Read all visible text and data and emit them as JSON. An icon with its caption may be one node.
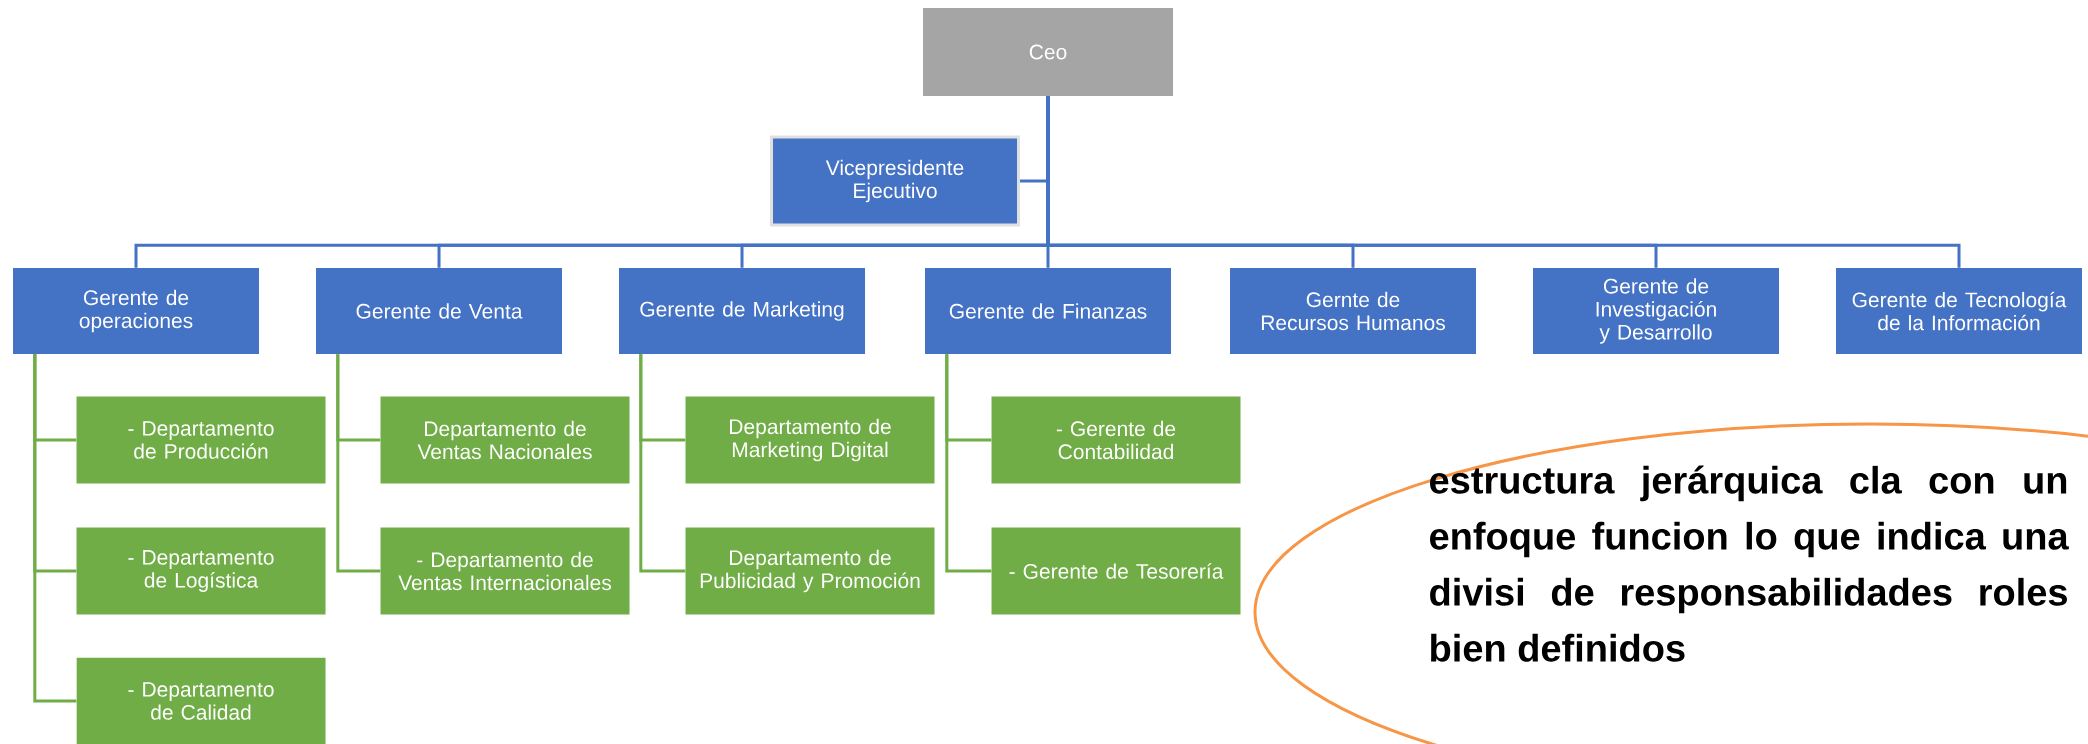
{
  "diagram": {
    "nodes": [
      {
        "text": [
          "Ceo"
        ]
      },
      {
        "text": [
          "Vicepresidente Ejecutivo"
        ]
      },
      {
        "text": [
          "Gerente de operaciones"
        ]
      },
      {
        "text": [
          "Gerente de Venta"
        ]
      },
      {
        "text": [
          "Gerente de Marketing"
        ]
      },
      {
        "text": [
          "Gerente de Finanzas"
        ]
      },
      {
        "text": [
          "Gernte de Recursos Humanos"
        ]
      },
      {
        "text": [
          "Gerente de Investigación y Desarrollo"
        ]
      },
      {
        "text": [
          "Gerente de Tecnología de la Información"
        ]
      },
      {
        "text": [
          "- Departamento de Producción"
        ]
      },
      {
        "text": [
          "- Departamento de Logística"
        ]
      },
      {
        "text": [
          "- Departamento de Calidad"
        ]
      },
      {
        "text": [
          "Departamento de Ventas Nacionales"
        ]
      },
      {
        "text": [
          "- Departamento de Ventas Internacionales"
        ]
      },
      {
        "text": [
          "Departamento de Marketing Digital"
        ]
      },
      {
        "text": [
          "Departamento de Publicidad y Promoción"
        ]
      },
      {
        "text": [
          "- Gerente de Contabilidad"
        ]
      },
      {
        "text": [
          "- Gerente de Tesorería"
        ]
      },
      {
        "text": [
          "estructura jerárquica cla con un enfoque funcion lo que indica una divisi de responsabilidades roles bien definidos"
        ]
      }
    ],
    "edges": [
      {
        "from": 0,
        "to": 1,
        "arrow": "none",
        "color": "#4472c4"
      },
      {
        "from": 0,
        "to": 2,
        "arrow": "none",
        "color": "#4472c4"
      },
      {
        "from": 0,
        "to": 3,
        "arrow": "none",
        "color": "#4472c4"
      },
      {
        "from": 0,
        "to": 4,
        "arrow": "none",
        "color": "#4472c4"
      },
      {
        "from": 0,
        "to": 5,
        "arrow": "none",
        "color": "#4472c4"
      },
      {
        "from": 0,
        "to": 6,
        "arrow": "none",
        "color": "#4472c4"
      },
      {
        "from": 0,
        "to": 7,
        "arrow": "none",
        "color": "#4472c4"
      },
      {
        "from": 0,
        "to": 8,
        "arrow": "none",
        "color": "#4472c4"
      },
      {
        "from": 2,
        "to": 9,
        "arrow": "none",
        "color": "#70ad47"
      },
      {
        "from": 2,
        "to": 10,
        "arrow": "none",
        "color": "#70ad47"
      },
      {
        "from": 2,
        "to": 11,
        "arrow": "none",
        "color": "#70ad47"
      },
      {
        "from": 3,
        "to": 12,
        "arrow": "none",
        "color": "#70ad47"
      },
      {
        "from": 3,
        "to": 13,
        "arrow": "none",
        "color": "#70ad47"
      },
      {
        "from": 4,
        "to": 14,
        "arrow": "none",
        "color": "#70ad47"
      },
      {
        "from": 4,
        "to": 15,
        "arrow": "none",
        "color": "#70ad47"
      },
      {
        "from": 5,
        "to": 16,
        "arrow": "none",
        "color": "#70ad47"
      },
      {
        "from": 5,
        "to": 17,
        "arrow": "none",
        "color": "#70ad47"
      }
    ]
  }
}
